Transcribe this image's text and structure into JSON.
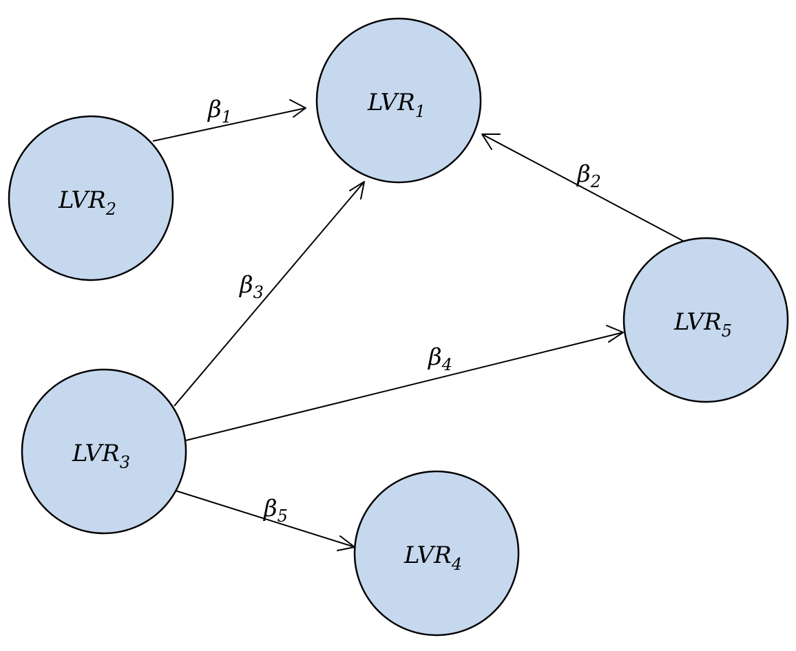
{
  "nodes": [
    {
      "id": "lvr1",
      "name": "LVR",
      "sub": "1"
    },
    {
      "id": "lvr2",
      "name": "LVR",
      "sub": "2"
    },
    {
      "id": "lvr3",
      "name": "LVR",
      "sub": "3"
    },
    {
      "id": "lvr4",
      "name": "LVR",
      "sub": "4"
    },
    {
      "id": "lvr5",
      "name": "LVR",
      "sub": "5"
    }
  ],
  "edges": [
    {
      "from": "lvr2",
      "to": "lvr1",
      "name": "β",
      "sub": "1"
    },
    {
      "from": "lvr5",
      "to": "lvr1",
      "name": "β",
      "sub": "2"
    },
    {
      "from": "lvr3",
      "to": "lvr1",
      "name": "β",
      "sub": "3"
    },
    {
      "from": "lvr3",
      "to": "lvr5",
      "name": "β",
      "sub": "4"
    },
    {
      "from": "lvr3",
      "to": "lvr4",
      "name": "β",
      "sub": "5"
    }
  ],
  "colors": {
    "node_fill": "#c6d8ee",
    "stroke": "#000000"
  }
}
